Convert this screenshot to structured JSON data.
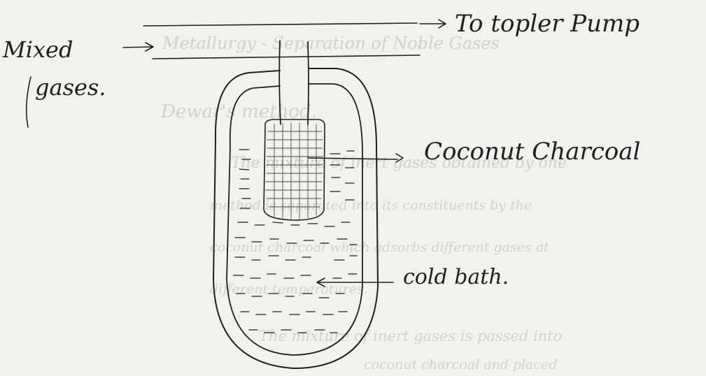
{
  "labels": {
    "mixed_line1": "Mixed",
    "mixed_line2": "gases.",
    "pump": "To topler Pump",
    "charcoal": "Coconut Charcoal",
    "bath": "cold bath."
  },
  "bleed_through": [
    "Metallurgy - Separation of Noble Gases",
    "Dewar's method.",
    "The mixture of inert gases obtained by one",
    "method is separated into its constituents by the",
    "coconut charcoal which adsorbs different gases at",
    "different temperatures.",
    "The mixture of inert gases is passed into",
    "coconut charcoal and placed"
  ],
  "colors": {
    "ink": "#1f1f1f",
    "paper": "#f3f1ee",
    "ghost": "#b9b6b2"
  }
}
